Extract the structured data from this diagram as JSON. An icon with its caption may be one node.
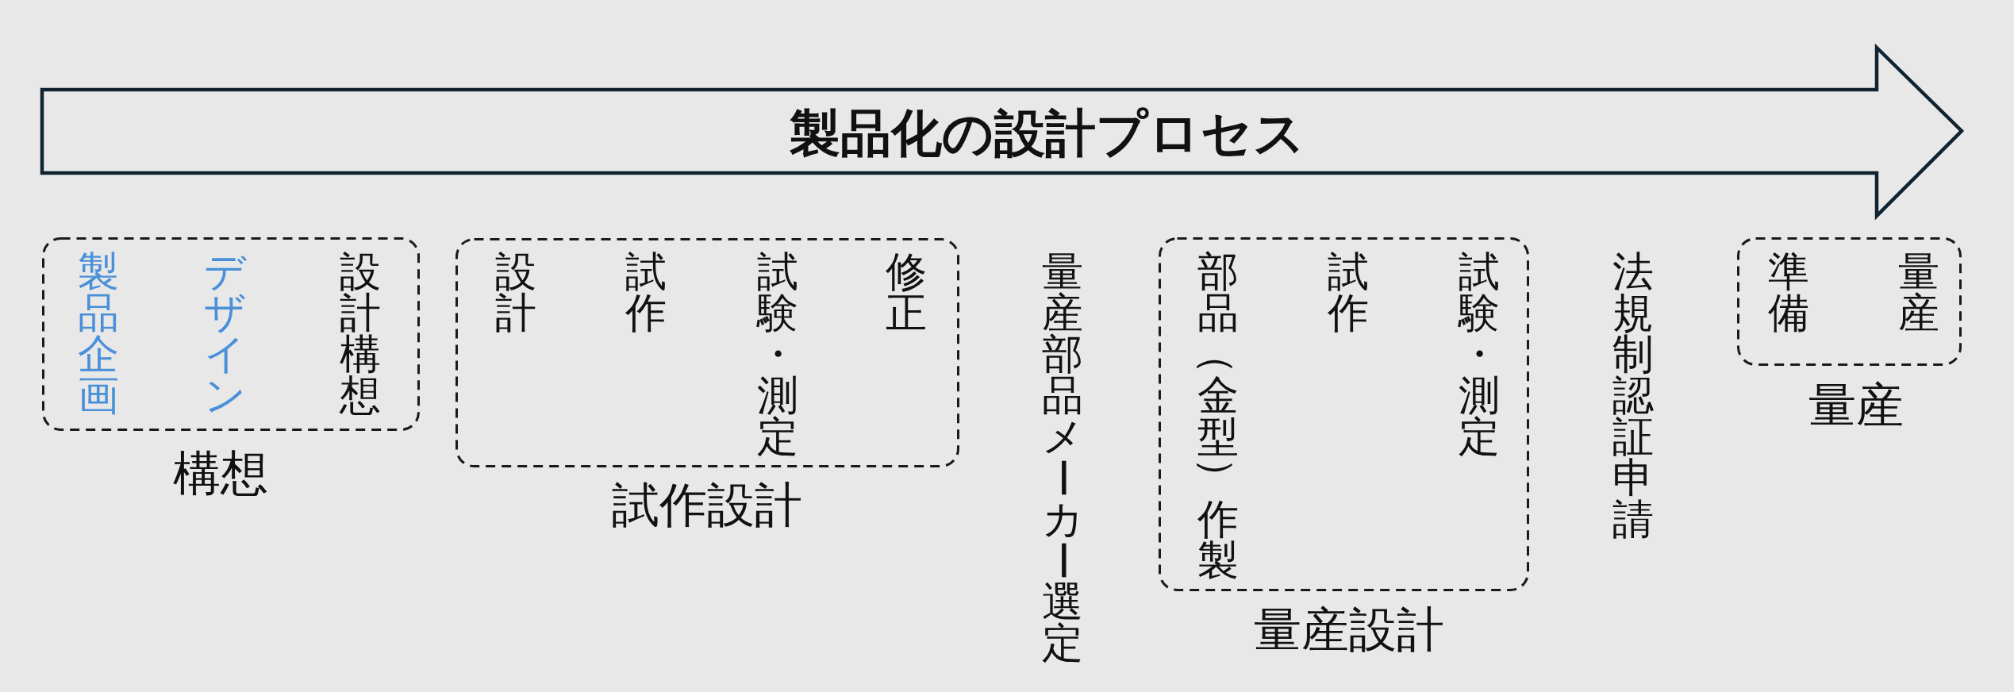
{
  "diagram": {
    "nodes": [
      {
        "text": [
          "製品化の設計プロセス"
        ]
      },
      {
        "text": [
          "製品企画",
          "デザイン",
          "設計構想",
          "構想"
        ]
      },
      {
        "text": [
          "設計",
          "試作",
          "試験・測定",
          "修正",
          "試作設計"
        ]
      },
      {
        "text": [
          "部品（金型）作製",
          "試作",
          "試験・測定",
          "量産設計"
        ]
      },
      {
        "text": [
          "準備",
          "量産",
          "量産"
        ]
      }
    ],
    "labels": [
      "量産部品メーカー選定",
      "法規制認証申請"
    ]
  }
}
